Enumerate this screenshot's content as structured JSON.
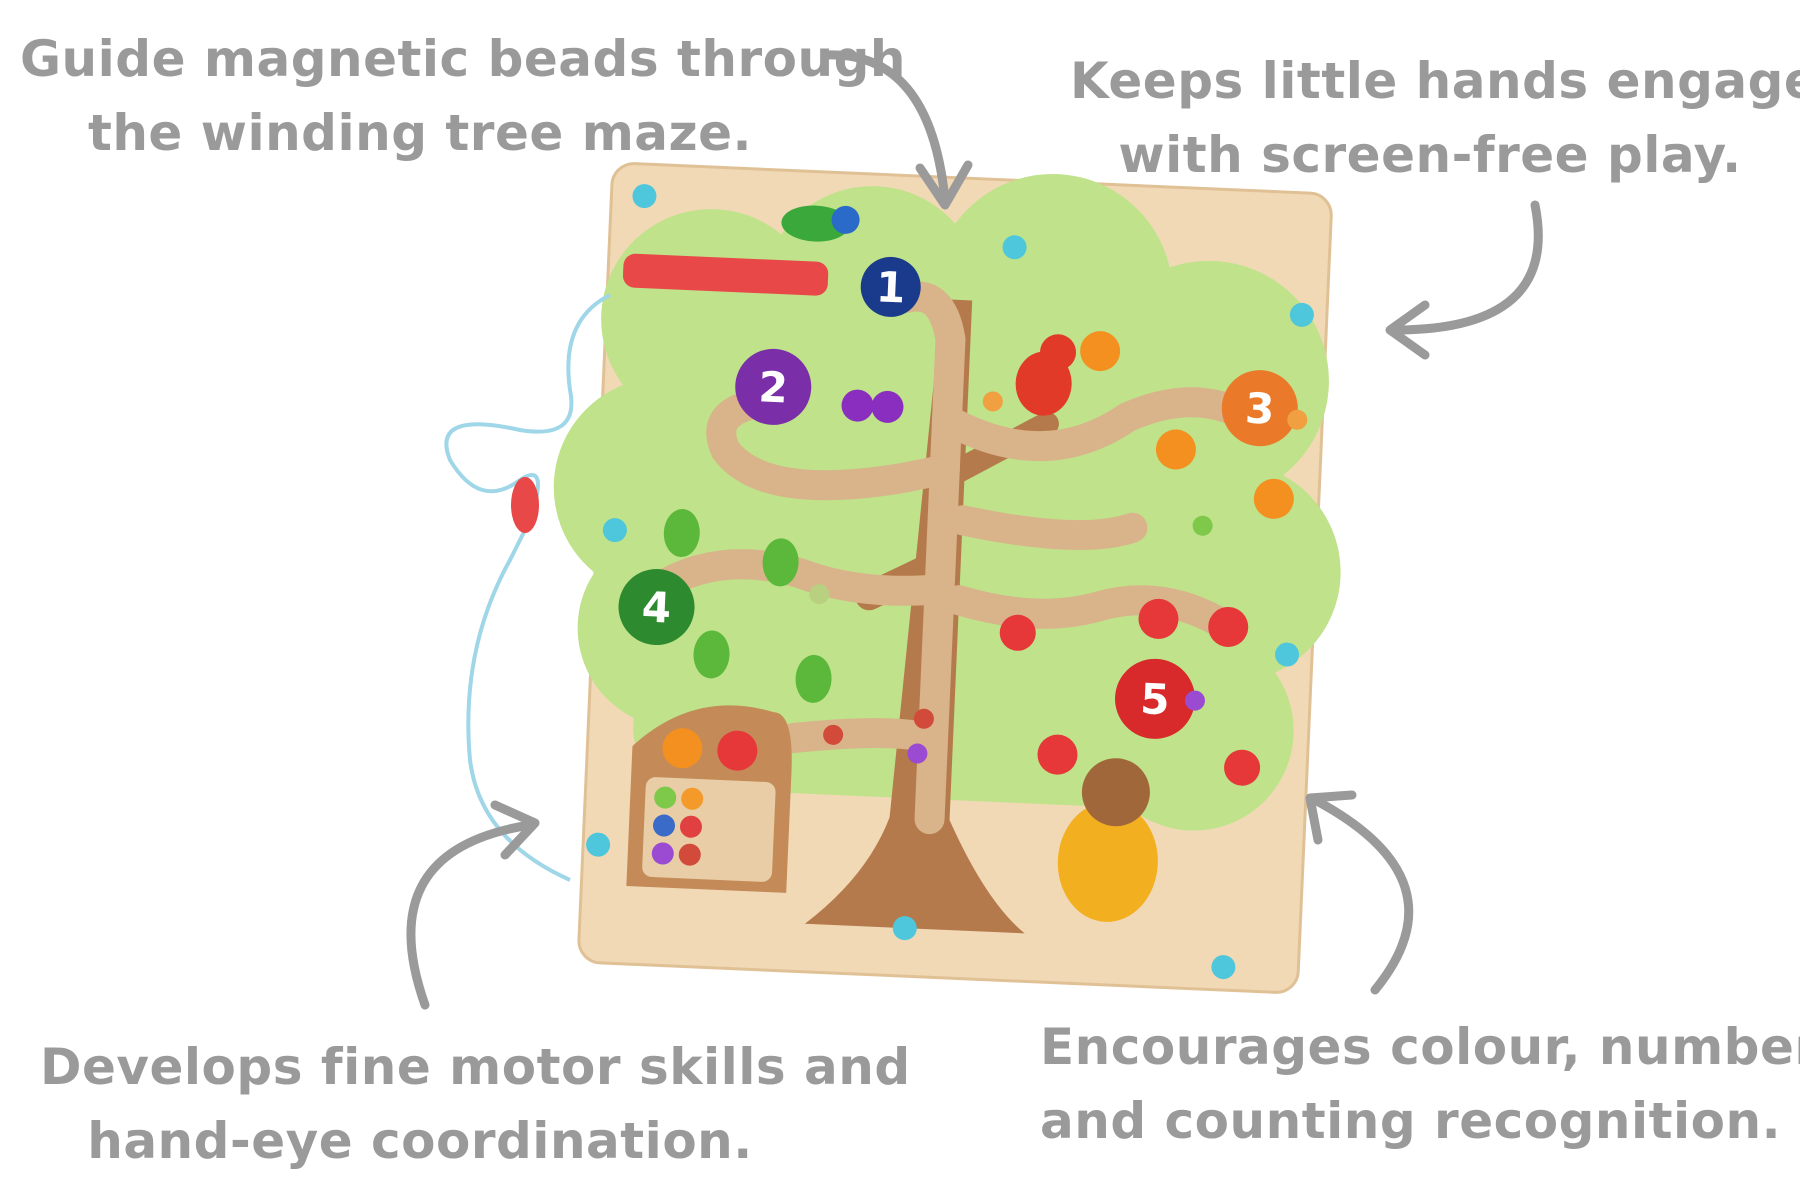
{
  "captions": {
    "top_left": [
      "Guide magnetic beads through",
      "the winding tree maze."
    ],
    "top_right": [
      "Keeps little hands engaged",
      "with screen-free play."
    ],
    "bottom_left": [
      "Develops fine motor skills and",
      "hand-eye coordination."
    ],
    "bottom_right": [
      "Encourages colour, number",
      "and counting recognition."
    ]
  },
  "board": {
    "numbers": [
      "1",
      "2",
      "3",
      "4",
      "5"
    ]
  },
  "colors": {
    "caption": "#9a9a9a",
    "wood": "#f1d9b6",
    "foliage": "#bfe28a",
    "trunk": "#b57a4b",
    "groove": "#d9b38a",
    "peg": "#4ec6dc"
  }
}
